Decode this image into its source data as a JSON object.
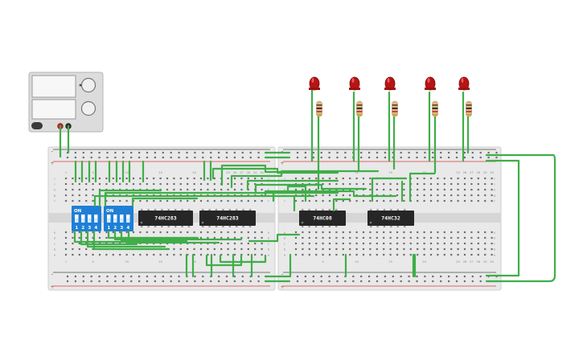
{
  "power_supply": {
    "name": "power-supply"
  },
  "boards": [
    {
      "name": "breadboard-left",
      "columns_top": [
        "1",
        "",
        "",
        "",
        "5",
        "",
        "",
        "",
        "",
        "10",
        "",
        "",
        "",
        "",
        "15",
        "",
        "",
        "",
        "",
        "20",
        "",
        "",
        "",
        "",
        "25",
        "26",
        "27",
        "28",
        "29",
        "30"
      ],
      "columns_bottom": [
        "1",
        "",
        "",
        "",
        "5",
        "",
        "",
        "",
        "",
        "10",
        "",
        "",
        "",
        "",
        "15",
        "",
        "",
        "",
        "",
        "20",
        "",
        "",
        "",
        "",
        "25",
        "26",
        "27",
        "28",
        "29",
        "30"
      ],
      "rows_top": [
        "j",
        "i",
        "h",
        "g",
        "f"
      ],
      "rows_bottom": [
        "e",
        "d",
        "c",
        "b",
        "a"
      ]
    },
    {
      "name": "breadboard-right",
      "columns_top": [
        "",
        "",
        "",
        "",
        "5",
        "",
        "",
        "",
        "",
        "10",
        "",
        "",
        "",
        "",
        "15",
        "",
        "",
        "",
        "",
        "20",
        "",
        "",
        "",
        "",
        "25",
        "26",
        "27",
        "28",
        "29",
        "30"
      ],
      "columns_bottom": [
        "",
        "",
        "",
        "",
        "5",
        "",
        "",
        "",
        "",
        "10",
        "",
        "",
        "",
        "",
        "15",
        "",
        "",
        "",
        "",
        "20",
        "",
        "",
        "",
        "",
        "25",
        "26",
        "27",
        "28",
        "29",
        "30"
      ],
      "rows_top": [
        "j",
        "i",
        "h",
        "g",
        "f"
      ],
      "rows_bottom": [
        "e",
        "d",
        "c",
        "b",
        "a"
      ]
    }
  ],
  "rail_signs": {
    "minus": "-",
    "plus": "+"
  },
  "dip_switches": [
    {
      "name": "dip-switch-1",
      "on_label": "ON",
      "numbers": [
        "1",
        "2",
        "3",
        "4"
      ]
    },
    {
      "name": "dip-switch-2",
      "on_label": "ON",
      "numbers": [
        "1",
        "2",
        "3",
        "4"
      ]
    }
  ],
  "chips": [
    {
      "name": "chip-74hc283-a",
      "label": "74HC283"
    },
    {
      "name": "chip-74hc283-b",
      "label": "74HC283"
    },
    {
      "name": "chip-74hc08",
      "label": "74HC08"
    },
    {
      "name": "chip-74hc32",
      "label": "74HC32"
    }
  ],
  "leds": [
    {
      "name": "led-1",
      "color": "#b81414"
    },
    {
      "name": "led-2",
      "color": "#b81414"
    },
    {
      "name": "led-3",
      "color": "#b81414"
    },
    {
      "name": "led-4",
      "color": "#b81414"
    },
    {
      "name": "led-5",
      "color": "#b81414"
    }
  ],
  "colors": {
    "wire": "#3fae49",
    "board": "#e9e9e9",
    "rail_red": "#d43c3c",
    "rail_blue": "#4a4a4a",
    "chip": "#262626",
    "dip": "#1f7fd6",
    "resistor": "#d9b98a",
    "supply_body": "#dcdcdc"
  }
}
